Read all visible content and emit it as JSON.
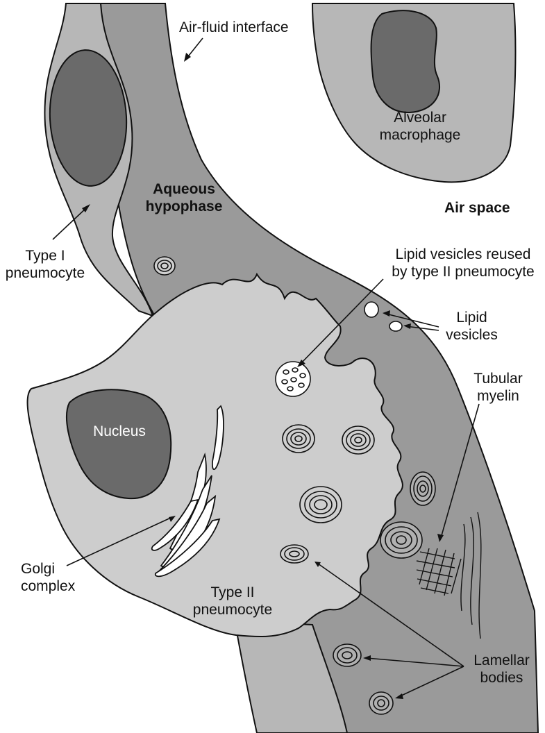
{
  "labels": {
    "air_fluid_interface": "Air-fluid interface",
    "alveolar_macrophage": [
      "Alveolar",
      "macrophage"
    ],
    "aqueous_hypophase": [
      "Aqueous",
      "hypophase"
    ],
    "air_space": "Air space",
    "type_i_pneumocyte": [
      "Type I",
      "pneumocyte"
    ],
    "lipid_vesicles_reused": [
      "Lipid vesicles reused",
      "by type II pneumocyte"
    ],
    "lipid_vesicles": [
      "Lipid",
      "vesicles"
    ],
    "tubular_myelin": [
      "Tubular",
      "myelin"
    ],
    "nucleus": "Nucleus",
    "golgi_complex": [
      "Golgi",
      "complex"
    ],
    "type_ii_pneumocyte": [
      "Type II",
      "pneumocyte"
    ],
    "lamellar_bodies": [
      "Lamellar",
      "bodies"
    ]
  },
  "colors": {
    "hypophase": "#9a9a9a",
    "type1_cell": "#b7b7b7",
    "type2_cell": "#cdcdcd",
    "nucleus": "#6a6a6a",
    "outline": "#111111"
  }
}
